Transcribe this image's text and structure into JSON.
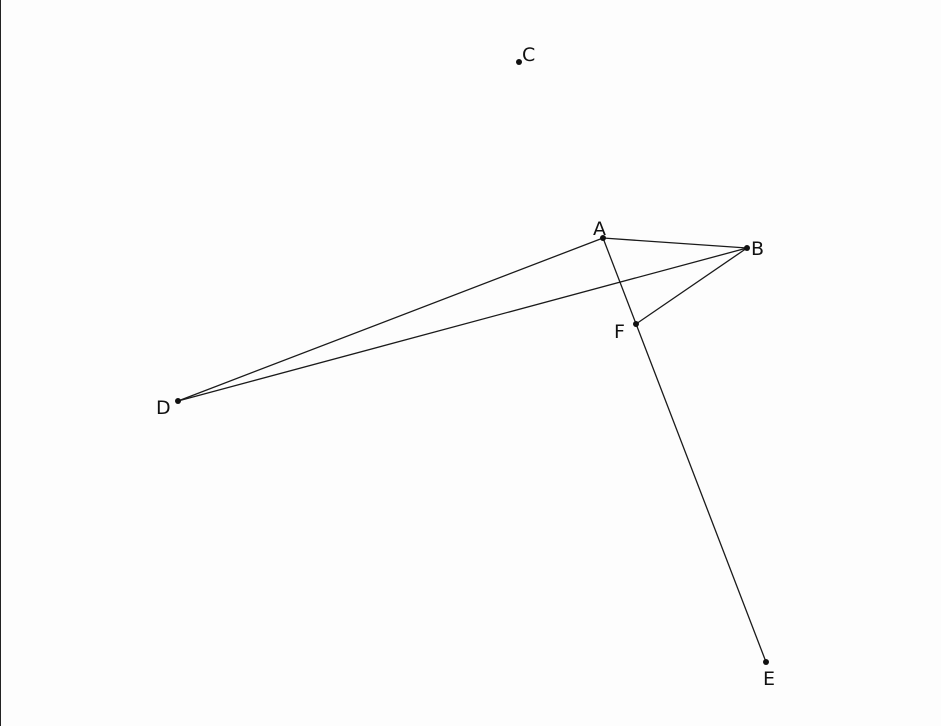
{
  "points": [
    {
      "id": "A",
      "label": "A"
    },
    {
      "id": "B",
      "label": "B"
    },
    {
      "id": "C",
      "label": "C"
    },
    {
      "id": "D",
      "label": "D"
    },
    {
      "id": "E",
      "label": "E"
    },
    {
      "id": "F",
      "label": "F"
    }
  ],
  "segments": [
    [
      "A",
      "B"
    ],
    [
      "A",
      "D"
    ],
    [
      "D",
      "B"
    ],
    [
      "B",
      "F"
    ],
    [
      "A",
      "E"
    ]
  ],
  "colors": {
    "background": "#fdfdfd",
    "stroke": "#1a1a1a",
    "point": "#111111"
  }
}
